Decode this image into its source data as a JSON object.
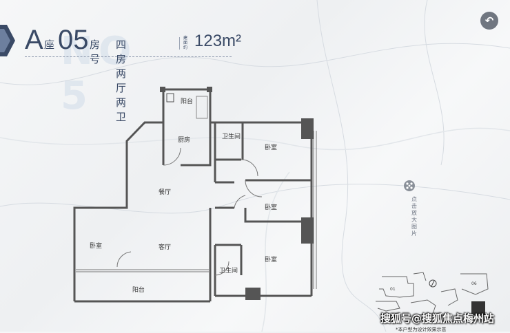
{
  "header": {
    "bg_text": "NO 5",
    "building_letter": "A",
    "building_suffix": "座",
    "unit_number": "05",
    "unit_suffix": "房号",
    "layout": "四房两厅两卫",
    "area_label": "建面约",
    "area": "123m²"
  },
  "back_button": {
    "icon": "back-arrow-icon",
    "glyph": "↶"
  },
  "zoom_hint": {
    "icon": "zoom-icon",
    "label": "点击放大图片"
  },
  "rooms": {
    "balcony_top": "阳台",
    "kitchen": "厨房",
    "bath_1": "卫生间",
    "bedroom_1": "卧室",
    "dining": "餐厅",
    "bedroom_2": "卧室",
    "bedroom_3": "卧室",
    "living": "客厅",
    "bath_2": "卫生间",
    "bedroom_4": "卧室",
    "balcony_bottom": "阳台"
  },
  "minimap": {
    "label_01": "01",
    "label_06": "06"
  },
  "watermark": "搜狐号@搜狐焦点梅州站",
  "bottom_text": "*本户型为设计效果示意"
}
